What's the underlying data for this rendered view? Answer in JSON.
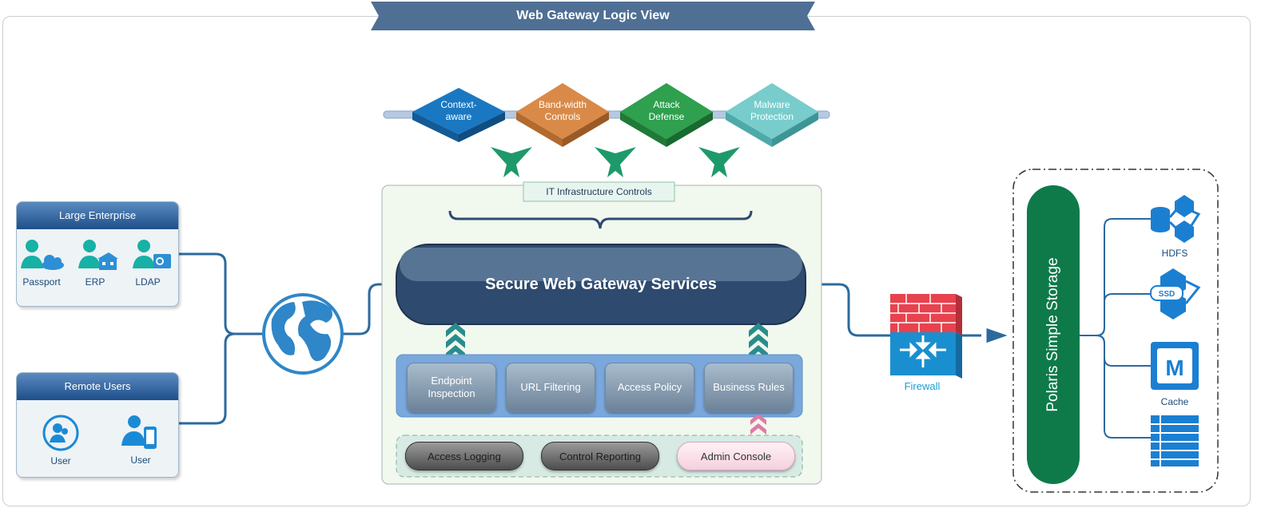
{
  "title": "Web Gateway Logic View",
  "large_enterprise": {
    "heading": "Large Enterprise",
    "items": [
      {
        "label": "Passport",
        "icon": "user-cloud-icon"
      },
      {
        "label": "ERP",
        "icon": "user-network-icon"
      },
      {
        "label": "LDAP",
        "icon": "user-outlook-icon"
      }
    ]
  },
  "remote_users": {
    "heading": "Remote Users",
    "items": [
      {
        "label": "User",
        "icon": "users-circle-icon"
      },
      {
        "label": "User",
        "icon": "user-mobile-icon"
      }
    ]
  },
  "controls": [
    {
      "label": "Context-\naware",
      "color": "#1a78c2"
    },
    {
      "label": "Band-width\nControls",
      "color": "#d98a48"
    },
    {
      "label": "Attack\nDefense",
      "color": "#2ea04e"
    },
    {
      "label": "Malware\nProtection",
      "color": "#6ec8c8"
    }
  ],
  "it_controls_label": "IT Infrastructure Controls",
  "gateway_title": "Secure Web Gateway Services",
  "services": [
    "Endpoint\nInspection",
    "URL Filtering",
    "Access Policy",
    "Business Rules"
  ],
  "bottom_pills": [
    "Access Logging",
    "Control Reporting",
    "Admin Console"
  ],
  "firewall_label": "Firewall",
  "storage_label": "Polaris Simple Storage",
  "storage_items": [
    {
      "label": "HDFS",
      "icon": "hdfs-icon"
    },
    {
      "label": "",
      "icon": "ssd-icon"
    },
    {
      "label": "Cache",
      "icon": "memory-cache-icon"
    },
    {
      "label": "",
      "icon": "server-rack-icon"
    }
  ],
  "colors": {
    "banner": "#4f6f94",
    "line": "#2c6a9e",
    "gateway": "#2e4a6e",
    "storage": "#0e7a4a",
    "firewall_label": "#1a9fd6",
    "arrow_teal": "#2a8c8c",
    "arrow_pink": "#e07aa6"
  }
}
